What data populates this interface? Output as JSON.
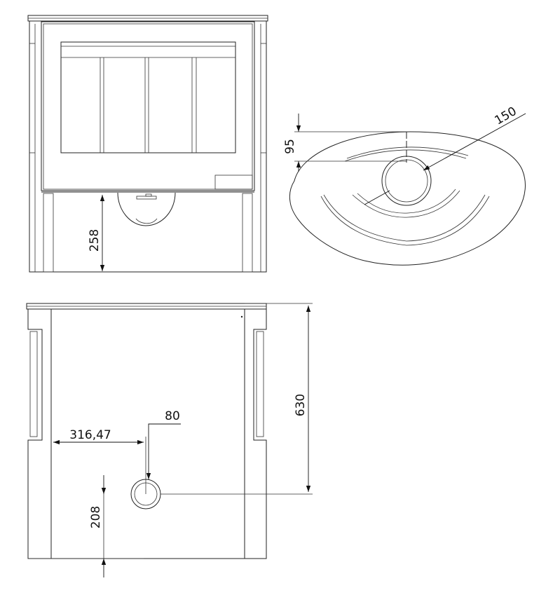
{
  "dimensions": {
    "front_base_height": "258",
    "top_offset": "95",
    "top_flue_diameter": "150",
    "side_total_height": "630",
    "side_horizontal_offset": "316,47",
    "side_flue_diameter": "80",
    "side_flue_height": "208"
  },
  "colors": {
    "line": "#222222",
    "background": "#ffffff"
  }
}
